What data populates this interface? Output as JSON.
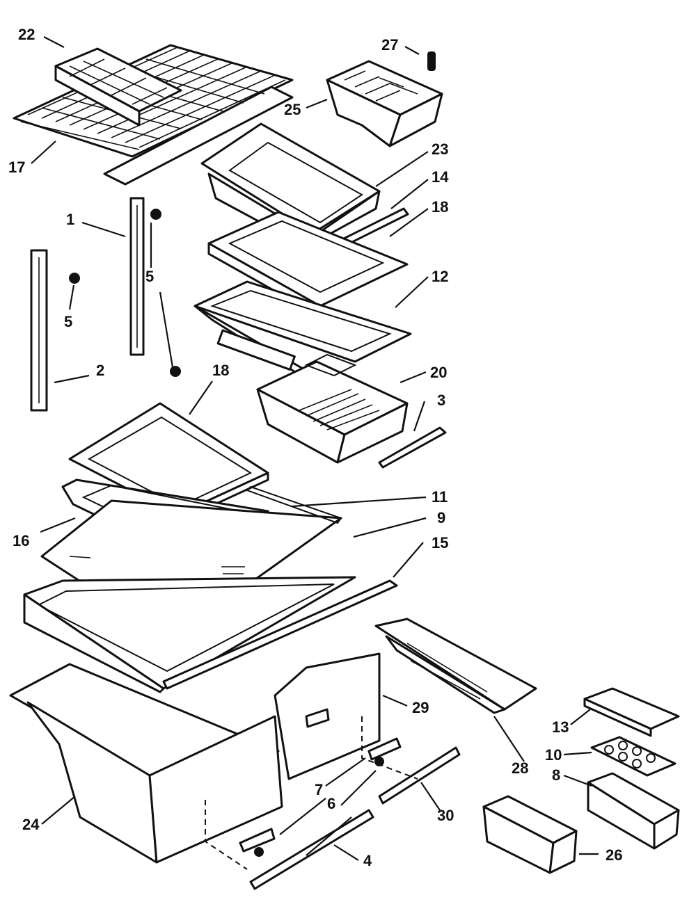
{
  "callouts": [
    {
      "id": "c22",
      "label": "22"
    },
    {
      "id": "c27",
      "label": "27"
    },
    {
      "id": "c25",
      "label": "25"
    },
    {
      "id": "c17",
      "label": "17"
    },
    {
      "id": "c23",
      "label": "23"
    },
    {
      "id": "c14",
      "label": "14"
    },
    {
      "id": "c18a",
      "label": "18"
    },
    {
      "id": "c1",
      "label": "1"
    },
    {
      "id": "c5a",
      "label": "5"
    },
    {
      "id": "c5b",
      "label": "5"
    },
    {
      "id": "c12",
      "label": "12"
    },
    {
      "id": "c2",
      "label": "2"
    },
    {
      "id": "c18b",
      "label": "18"
    },
    {
      "id": "c20",
      "label": "20"
    },
    {
      "id": "c3",
      "label": "3"
    },
    {
      "id": "c11",
      "label": "11"
    },
    {
      "id": "c9",
      "label": "9"
    },
    {
      "id": "c16",
      "label": "16"
    },
    {
      "id": "c15",
      "label": "15"
    },
    {
      "id": "c29",
      "label": "29"
    },
    {
      "id": "c13",
      "label": "13"
    },
    {
      "id": "c28",
      "label": "28"
    },
    {
      "id": "c10",
      "label": "10"
    },
    {
      "id": "c8",
      "label": "8"
    },
    {
      "id": "c7",
      "label": "7"
    },
    {
      "id": "c6",
      "label": "6"
    },
    {
      "id": "c30",
      "label": "30"
    },
    {
      "id": "c24",
      "label": "24"
    },
    {
      "id": "c4",
      "label": "4"
    },
    {
      "id": "c26",
      "label": "26"
    }
  ]
}
